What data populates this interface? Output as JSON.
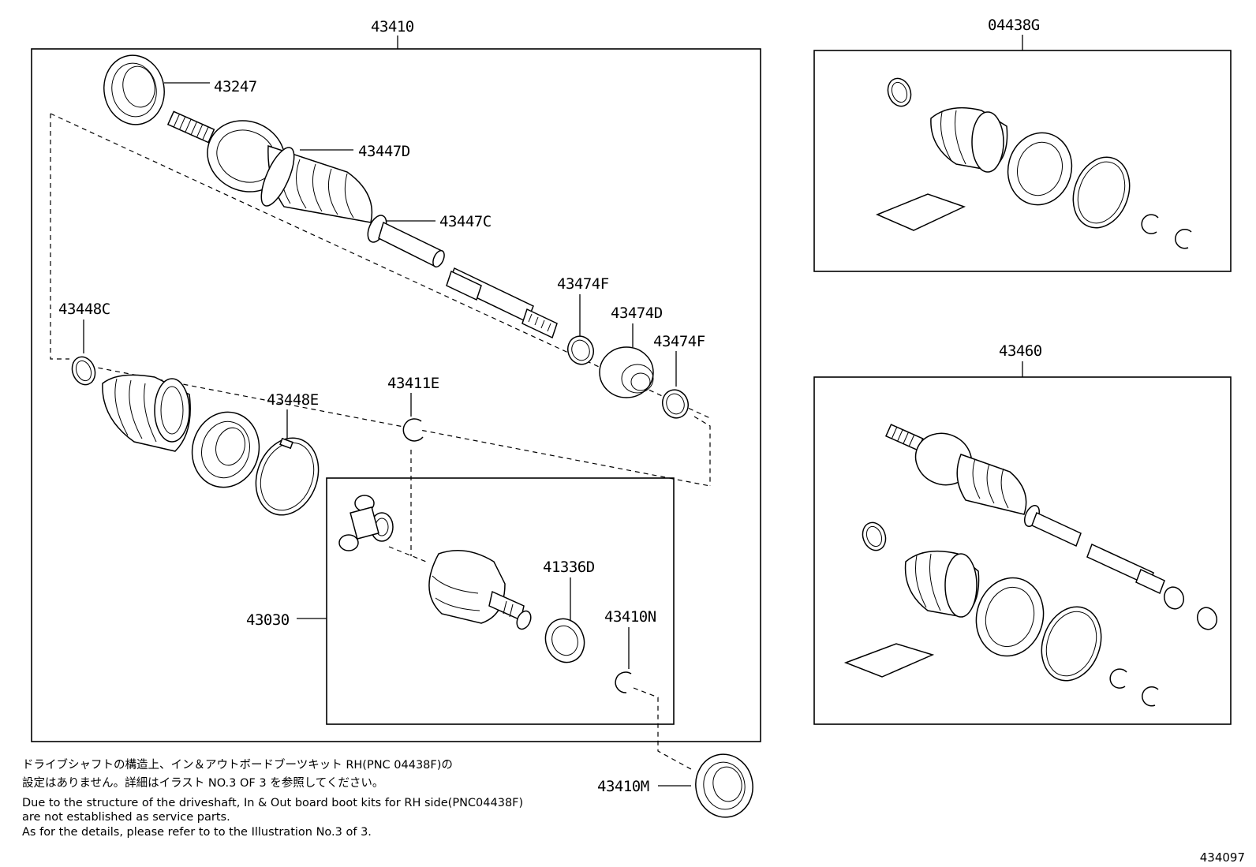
{
  "labels": {
    "main_assembly": "43410",
    "outer_boot_kit": "04438G",
    "rh_shaft": "43460",
    "dust_seal": "43247",
    "outer_boot_clamp": "43447D",
    "small_clamp": "43447C",
    "ring_f_upper": "43474F",
    "damper": "43474D",
    "ring_f_lower": "43474F",
    "inner_clamp_small": "43448C",
    "inner_clamp_large": "43448E",
    "snap_ring": "43411E",
    "inner_joint": "43030",
    "oil_seal": "41336D",
    "snap_ring_n": "43410N",
    "bearing": "43410M"
  },
  "notes": {
    "jp_line1": "ドライブシャフトの構造上、イン＆アウトボードブーツキット RH(PNC 04438F)の",
    "jp_line2": "設定はありません。詳細はイラスト NO.3 OF 3 を参照してください。",
    "en_line1": "Due to the structure of the driveshaft, In & Out board  boot kits for RH side(PNC04438F)",
    "en_line2": "are not established as service parts.",
    "en_line3": "As for the details, please refer to to the Illustration No.3 of 3."
  },
  "footer_code": "434097"
}
